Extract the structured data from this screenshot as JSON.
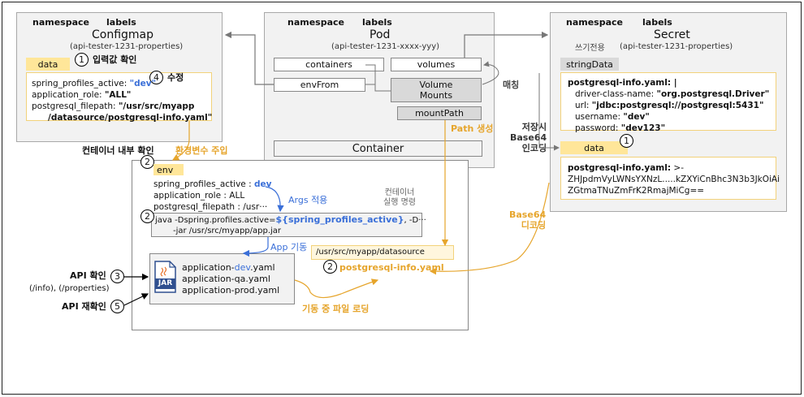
{
  "configmap": {
    "namespace": "namespace",
    "labels": "labels",
    "title": "Configmap",
    "subtitle": "(api-tester-1231-properties)",
    "data_tag": "data",
    "step1": "1",
    "step1_label": "입력값 확인",
    "step4": "4",
    "step4_label": "수정",
    "lines": [
      {
        "key": "spring_profiles_active: ",
        "value": "\"dev\"",
        "style": "blue"
      },
      {
        "key": "application_role: ",
        "value": "\"ALL\"",
        "style": "bold"
      },
      {
        "key": "postgresql_filepath: ",
        "value": "\"/usr/src/myapp",
        "style": "bold"
      }
    ],
    "line4": "/datasource/postgresql-info.yaml\""
  },
  "pod": {
    "namespace": "namespace",
    "labels": "labels",
    "title": "Pod",
    "subtitle": "(api-tester-1231-xxxx-yyy)",
    "containers": "containers",
    "volumes": "volumes",
    "envFrom": "envFrom",
    "volume_mounts": "Volume\nMounts",
    "mount_path": "mountPath",
    "container": "Container",
    "matching": "매칭",
    "path_create": "Path 생성"
  },
  "secret": {
    "namespace": "namespace",
    "labels": "labels",
    "title": "Secret",
    "subtitle": "(api-tester-1231-properties)",
    "write_only": "쓰기전용",
    "string_data": "stringData",
    "sd_lines": [
      {
        "text": "postgresql-info.yaml: |",
        "bold": true
      },
      {
        "text": "driver-class-name: ",
        "value": "\"org.postgresql.Driver\""
      },
      {
        "text": "url: ",
        "value": "\"jdbc:postgresql://postgresql:5431\""
      },
      {
        "text": "username: ",
        "value": "\"dev\""
      },
      {
        "text": "password: ",
        "value": "\"dev123\""
      }
    ],
    "data_tag": "data",
    "step1": "1",
    "data_key": "postgresql-info.yaml:",
    "data_key_suffix": " >-",
    "data_line2": "ZHJpdmVyLWNsYXNzL.....kZXYiCnBhc3N3b3JkOiAi",
    "data_line3": "ZGtmaTNuZmFrK2RmajMiCg==",
    "store_label": "저장시\nBase64\n인코딩",
    "decode_label": "Base64\n디코딩"
  },
  "container_detail": {
    "internal_check": "컨테이너 내부 확인",
    "env_inject": "환경변수 주입",
    "step2": "2",
    "env_tag": "env",
    "env_lines": [
      {
        "key": "spring_profiles_active : ",
        "value": "dev"
      },
      {
        "key": "application_role : ",
        "value": "ALL"
      },
      {
        "key": "postgresql_filepath : ",
        "value": "/usr···"
      }
    ],
    "args_apply": "Args 적용",
    "exec_cmd": "컨테이너\n실행 명령",
    "java_line1_a": "java -Dspring.profiles.active=",
    "java_line1_b": "${spring_profiles_active}",
    "java_line1_c": ", -D···",
    "java_line2": "-jar /usr/src/myapp/app.jar",
    "app_start": "App 기동",
    "jar_label": "JAR",
    "app_files": [
      {
        "prefix": "application-",
        "highlight": "dev",
        "suffix": ".yaml"
      },
      {
        "prefix": "application-qa.yaml",
        "highlight": "",
        "suffix": ""
      },
      {
        "prefix": "application-prod.yaml",
        "highlight": "",
        "suffix": ""
      }
    ],
    "mount_dir": "/usr/src/myapp/datasource",
    "mount_file": "postgresql-info.yaml",
    "file_loading": "기동 중 파일 로딩",
    "api_check": "API 확인",
    "api_paths": "(/info), (/properties)",
    "api_recheck": "API 재확인",
    "step3": "3",
    "step5": "5",
    "step2b": "2",
    "step2c": "2"
  },
  "colors": {
    "accent_orange": "#e6a52c",
    "accent_blue": "#3a6fd8",
    "tag_yellow": "#ffe699",
    "panel_grey": "#f2f2f2"
  }
}
